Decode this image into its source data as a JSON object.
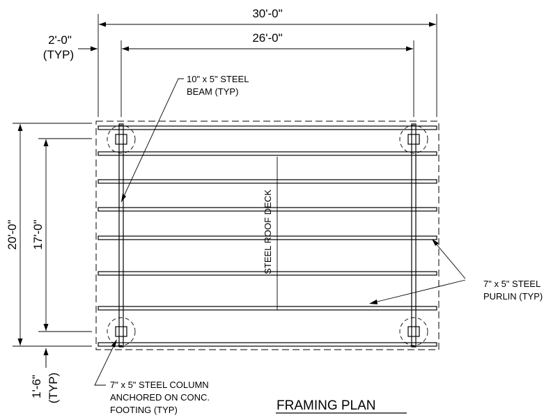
{
  "dimensions": {
    "overall_width": "30'-0\"",
    "span_width": "26'-0\"",
    "overhang": "2'-0\"",
    "overhang_typ": "(TYP)",
    "overall_depth": "20'-0\"",
    "span_depth": "17'-0\"",
    "edge_offset": "1'-6\"",
    "edge_offset_typ": "(TYP)"
  },
  "labels": {
    "beam_line1": "10\" x 5\" STEEL",
    "beam_line2": "BEAM (TYP)",
    "purlin_line1": "7\" x 5\" STEEL",
    "purlin_line2": "PURLIN (TYP)",
    "column_line1": "7\" x 5\" STEEL COLUMN",
    "column_line2": "ANCHORED ON CONC.",
    "column_line3": "FOOTING (TYP)",
    "deck": "STEEL ROOF DECK"
  },
  "title": "FRAMING PLAN"
}
